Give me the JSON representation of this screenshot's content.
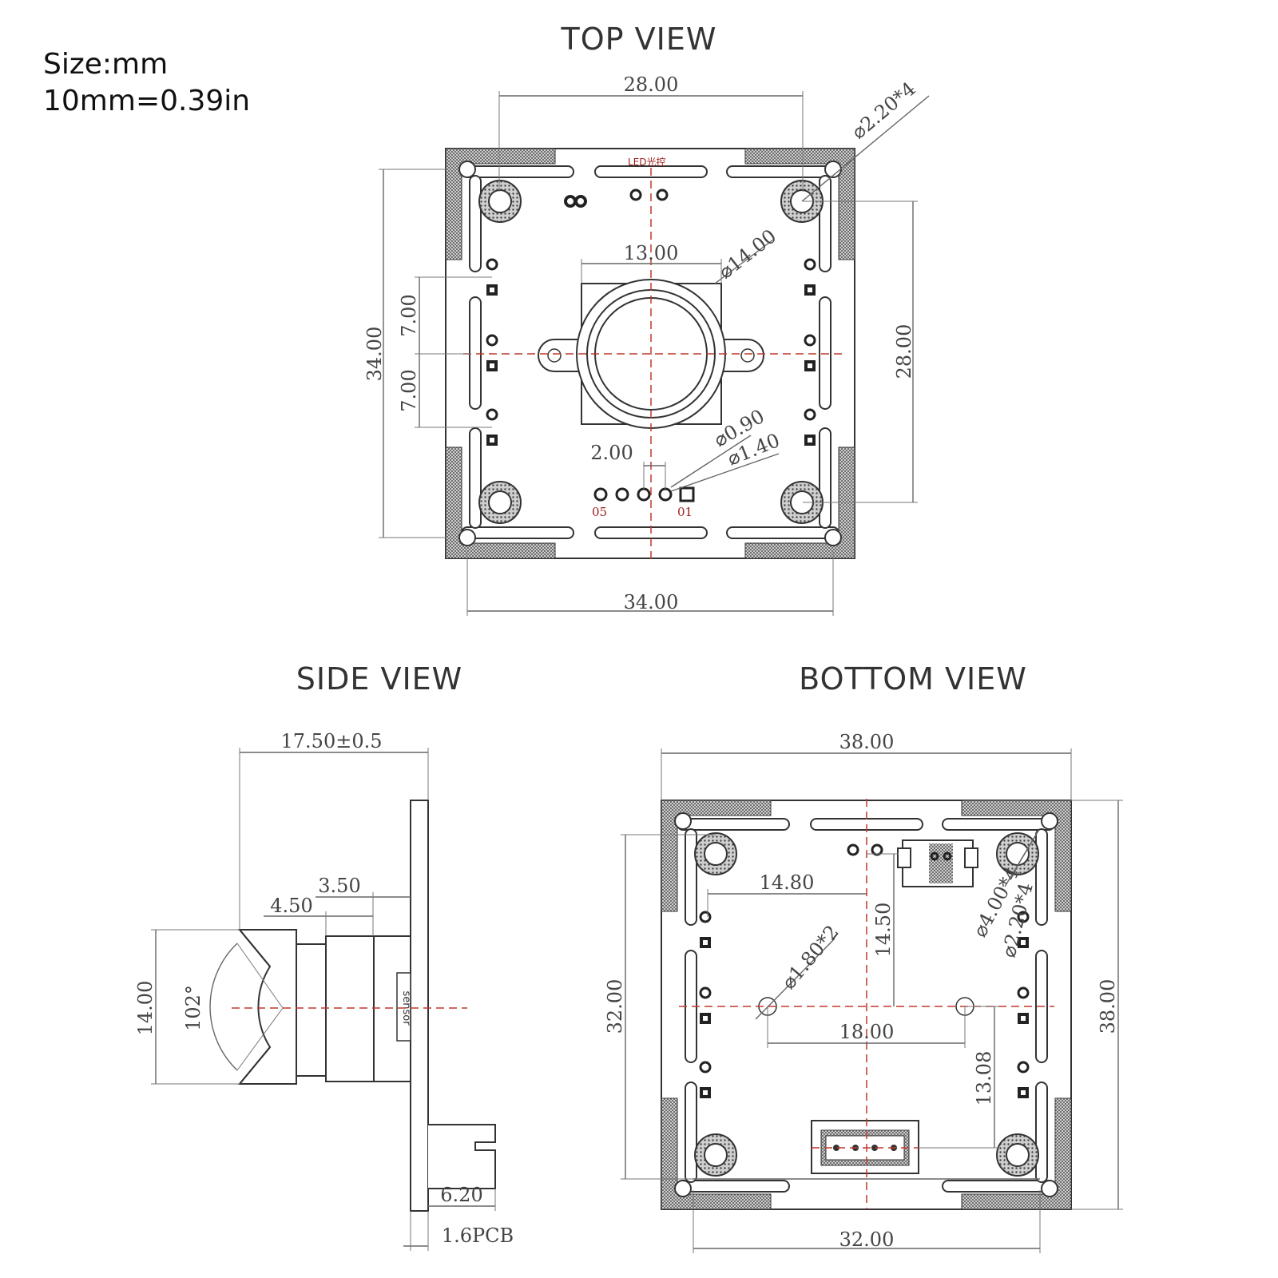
{
  "note": {
    "line1": "Size:mm",
    "line2": "10mm=0.39in"
  },
  "top_view": {
    "title": "TOP VIEW",
    "width_top": "28.00",
    "hole_dia": "⌀2.20*4",
    "label_led": "LED光控",
    "lens_width": "13.00",
    "lens_dia": "⌀14.00",
    "height_left": "34.00",
    "offset_upper": "7.00",
    "offset_lower": "7.00",
    "height_right": "28.00",
    "pin_pitch": "2.00",
    "pin_inner": "⌀0.90",
    "pin_outer": "⌀1.40",
    "pin_first": "01",
    "pin_last": "05",
    "width_bottom": "34.00"
  },
  "side_view": {
    "title": "SIDE VIEW",
    "total_depth": "17.50±0.5",
    "depth_a": "3.50",
    "depth_b": "4.50",
    "lens_height": "14.00",
    "fov": "102°",
    "sensor_label": "sensor",
    "connector_len": "6.20",
    "pcb_thickness": "1.6PCB"
  },
  "bottom_view": {
    "title": "BOTTOM  VIEW",
    "width_top": "38.00",
    "hole_offset_x": "14.80",
    "hole_offset_y": "14.50",
    "hole_big": "⌀4.00*4",
    "hole_small": "⌀2.20*4",
    "mount_hole": "⌀1.80*2",
    "height_left": "32.00",
    "hole_spacing": "18.00",
    "height_right": "38.00",
    "connector_offset": "13.08",
    "width_bottom": "32.00"
  }
}
